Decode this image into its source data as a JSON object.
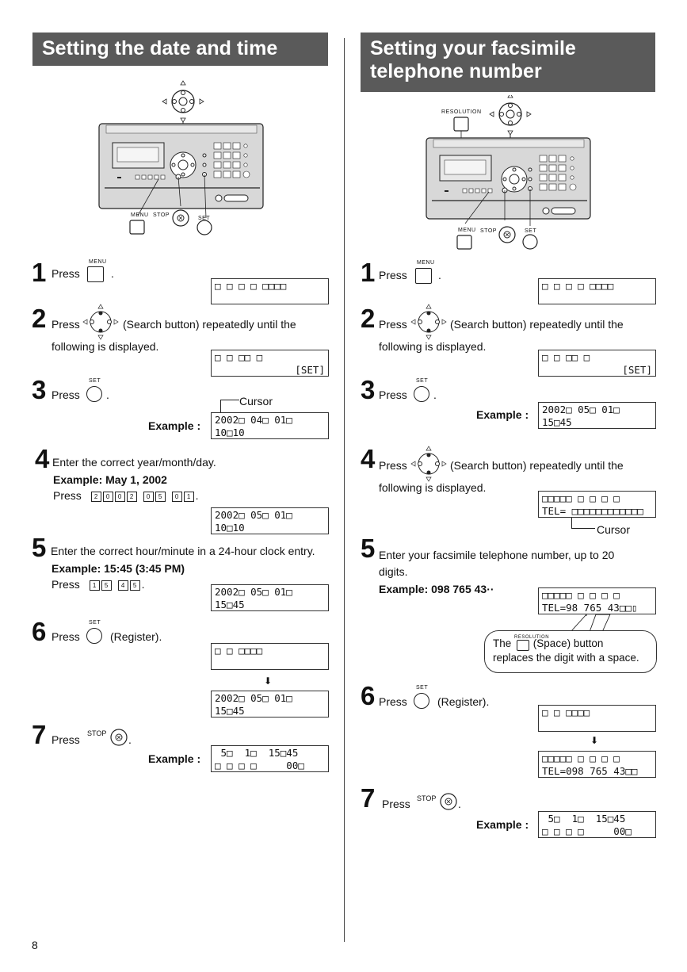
{
  "left": {
    "title": "Setting the date and time",
    "diagram_labels": {
      "menu": "MENU",
      "stop": "STOP",
      "set": "SET"
    },
    "steps": [
      {
        "num": "1",
        "text": "Press",
        "btn_label": "MENU",
        "lcd": [
          "□ □ □ □ □□□□"
        ]
      },
      {
        "num": "2",
        "text": "Press",
        "text2": "(Search button) repeatedly until the",
        "text3": "following is displayed.",
        "lcd": [
          "□ □ □□ □",
          "[SET]"
        ]
      },
      {
        "num": "3",
        "text": "Press",
        "btn_label": "SET",
        "cursor_label": "Cursor",
        "example_label": "Example :",
        "lcd": [
          "2002□ 04□ 01□",
          "10□10"
        ]
      },
      {
        "num": "4",
        "text": "Enter the correct year/month/day.",
        "example": "Example: May 1, 2002",
        "press": "Press",
        "keys": [
          "2",
          "0",
          "0",
          "2",
          "0",
          "5",
          "0",
          "1"
        ],
        "lcd": [
          "2002□ 05□ 01□",
          "10□10"
        ]
      },
      {
        "num": "5",
        "text": "Enter the correct hour/minute in a 24-hour clock entry.",
        "example": "Example: 15:45 (3:45 PM)",
        "press": "Press",
        "keys": [
          "1",
          "5",
          "4",
          "5"
        ],
        "lcd": [
          "2002□ 05□ 01□",
          "15□45"
        ]
      },
      {
        "num": "6",
        "text": "Press",
        "btn_label": "SET",
        "text2": "(Register).",
        "lcd": [
          "□ □ □□□□"
        ],
        "lcd2": [
          "2002□ 05□ 01□",
          "15□45"
        ]
      },
      {
        "num": "7",
        "text": "Press",
        "btn_label": "STOP",
        "example_label": "Example :",
        "lcd": [
          " 5□  1□  15□45",
          "□ □ □ □     00□"
        ]
      }
    ]
  },
  "right": {
    "title": "Setting your facsimile telephone number",
    "diagram_labels": {
      "resolution": "RESOLUTION",
      "menu": "MENU",
      "stop": "STOP",
      "set": "SET"
    },
    "steps": [
      {
        "num": "1",
        "text": "Press",
        "btn_label": "MENU",
        "lcd": [
          "□ □ □ □ □□□□"
        ]
      },
      {
        "num": "2",
        "text": "Press",
        "text2": "(Search button) repeatedly until the",
        "text3": "following is displayed.",
        "lcd": [
          "□ □ □□ □",
          "[SET]"
        ]
      },
      {
        "num": "3",
        "text": "Press",
        "btn_label": "SET",
        "example_label": "Example :",
        "lcd": [
          "2002□ 05□ 01□",
          "15□45"
        ]
      },
      {
        "num": "4",
        "text": "Press",
        "text2": "(Search button) repeatedly until the",
        "text3": "following is displayed.",
        "cursor_label": "Cursor",
        "lcd": [
          "□□□□□ □ □ □ □",
          "TEL= □□□□□□□□□□□□"
        ]
      },
      {
        "num": "5",
        "text": "Enter your facsimile telephone number, up to 20",
        "text_b": "digits.",
        "example": "Example: 098 765 43··",
        "lcd": [
          "□□□□□ □ □ □ □",
          "TEL=98 765 43□□▯"
        ],
        "callout_label": "RESOLUTION",
        "callout_1": "The",
        "callout_2": "(Space) button",
        "callout_3": "replaces the digit with a space."
      },
      {
        "num": "6",
        "text": "Press",
        "btn_label": "SET",
        "text2": "(Register).",
        "lcd": [
          "□ □ □□□□"
        ],
        "lcd2": [
          "□□□□□ □ □ □ □",
          "TEL=098 765 43□□"
        ]
      },
      {
        "num": "7",
        "text": "Press",
        "btn_label": "STOP",
        "example_label": "Example :",
        "lcd": [
          " 5□  1□  15□45",
          "□ □ □ □     00□"
        ]
      }
    ]
  },
  "page_number": "8"
}
